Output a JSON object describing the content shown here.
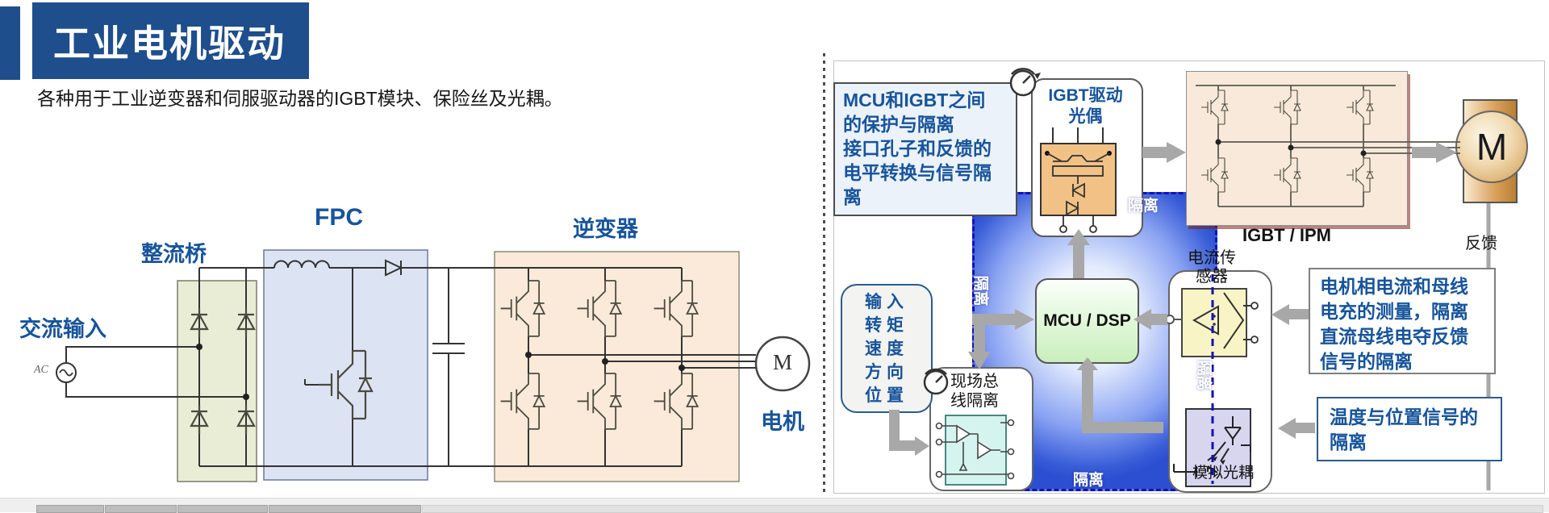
{
  "header": {
    "title": "工业电机驱动",
    "subtitle": "各种用于工业逆变器和伺服驱动器的IGBT模块、保险丝及光耦。"
  },
  "left_diagram": {
    "rectifier_label": "整流桥",
    "fpc_label": "FPC",
    "inverter_label": "逆变器",
    "ac_input_label": "交流输入",
    "ac_source_label": "AC",
    "motor_symbol": "M",
    "motor_label": "电机"
  },
  "right_diagram": {
    "callout_mcu": "MCU和IGBT之间\n的保护与隔离\n接口孔子和反馈的\n电平转换与信号隔\n离",
    "igbt_driver_optocoupler": "IGBT驱动\n光偶",
    "igbt_ipm": "IGBT / IPM",
    "motor_symbol": "M",
    "feedback": "反馈",
    "current_sensor": "电流传\n感器",
    "mcu_dsp": "MCU / DSP",
    "field_bus_isolation": "现场总\n线隔离",
    "analog_optocoupler": "模拟光耦",
    "input_box": "输入\n转矩\n速度\n方向\n位置",
    "callout_current": "电机相电流和母线\n电充的测量，隔离\n直流母线电夺反馈\n信号的隔离",
    "callout_temperature": "温度与位置信号的\n隔离",
    "isolation_top": "隔离",
    "isolation_left": "隔离",
    "isolation_right": "隔离",
    "isolation_bottom": "隔离"
  },
  "colors": {
    "accent_blue": "#1E4E8C",
    "label_blue": "#17549B",
    "isolation_dash_blue": "#1212B5",
    "arrow_gray": "#A8A8A8",
    "rectifier_fill": "#E9EDD6",
    "fpc_fill": "#DCE3F2",
    "inverter_fill": "#FBEAD9",
    "ipm_fill": "#F9E9DA",
    "mcu_fill": "#D9F2CC",
    "sensor_fill": "#F8F4C5",
    "analog_opto_fill": "#D8D5EF",
    "fieldbus_fill": "#D5F3EF",
    "opto_chip_fill": "#F2C185"
  }
}
